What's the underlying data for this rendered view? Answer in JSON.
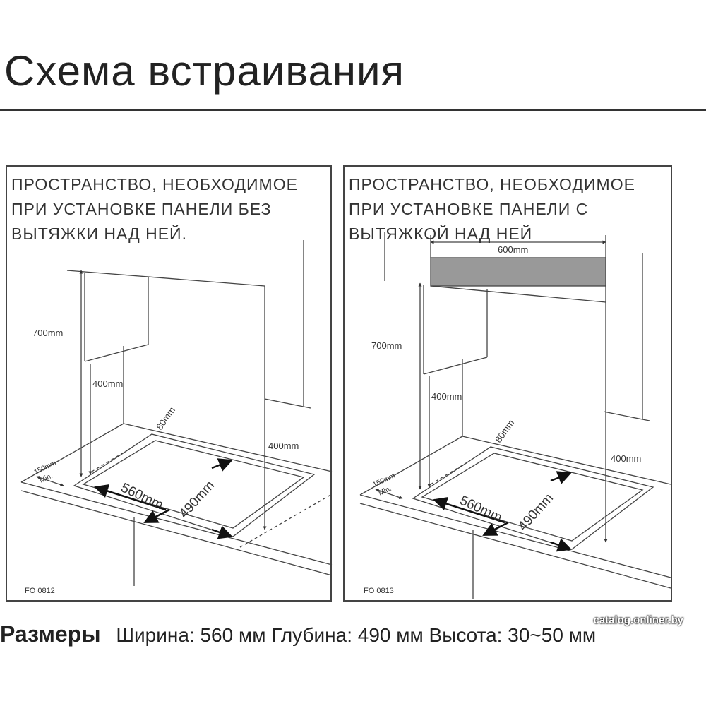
{
  "title": "Схема встраивания",
  "panels": [
    {
      "lines": [
        "ПРОСТРАНСТВО, НЕОБХОДИМОЕ",
        "ПРИ УСТАНОВКЕ ПАНЕЛИ БЕЗ",
        "ВЫТЯЖКИ НАД НЕЙ."
      ],
      "labels": {
        "h700": "700mm",
        "h400a": "400mm",
        "h400b": "400mm",
        "d80": "80mm",
        "min150": "150mm",
        "min": "Min.",
        "w560": "560mm",
        "d490": "490mm"
      },
      "code": "FO 0812"
    },
    {
      "lines": [
        "ПРОСТРАНСТВО, НЕОБХОДИМОЕ",
        "ПРИ УСТАНОВКЕ ПАНЕЛИ С",
        "ВЫТЯЖКОЙ НАД НЕЙ"
      ],
      "labels": {
        "w600": "600mm",
        "h700": "700mm",
        "h400a": "400mm",
        "h400b": "400mm",
        "d80": "80mm",
        "min150": "150mm",
        "min": "Min.",
        "w560": "560mm",
        "d490": "490mm"
      },
      "code": "FO 0813"
    }
  ],
  "dimensions": {
    "label": "Размеры",
    "width": "Ширина: 560 мм",
    "depth": "Глубина: 490 мм",
    "height": "Высота: 30~50 мм"
  },
  "watermark": "catalog.onliner.by"
}
